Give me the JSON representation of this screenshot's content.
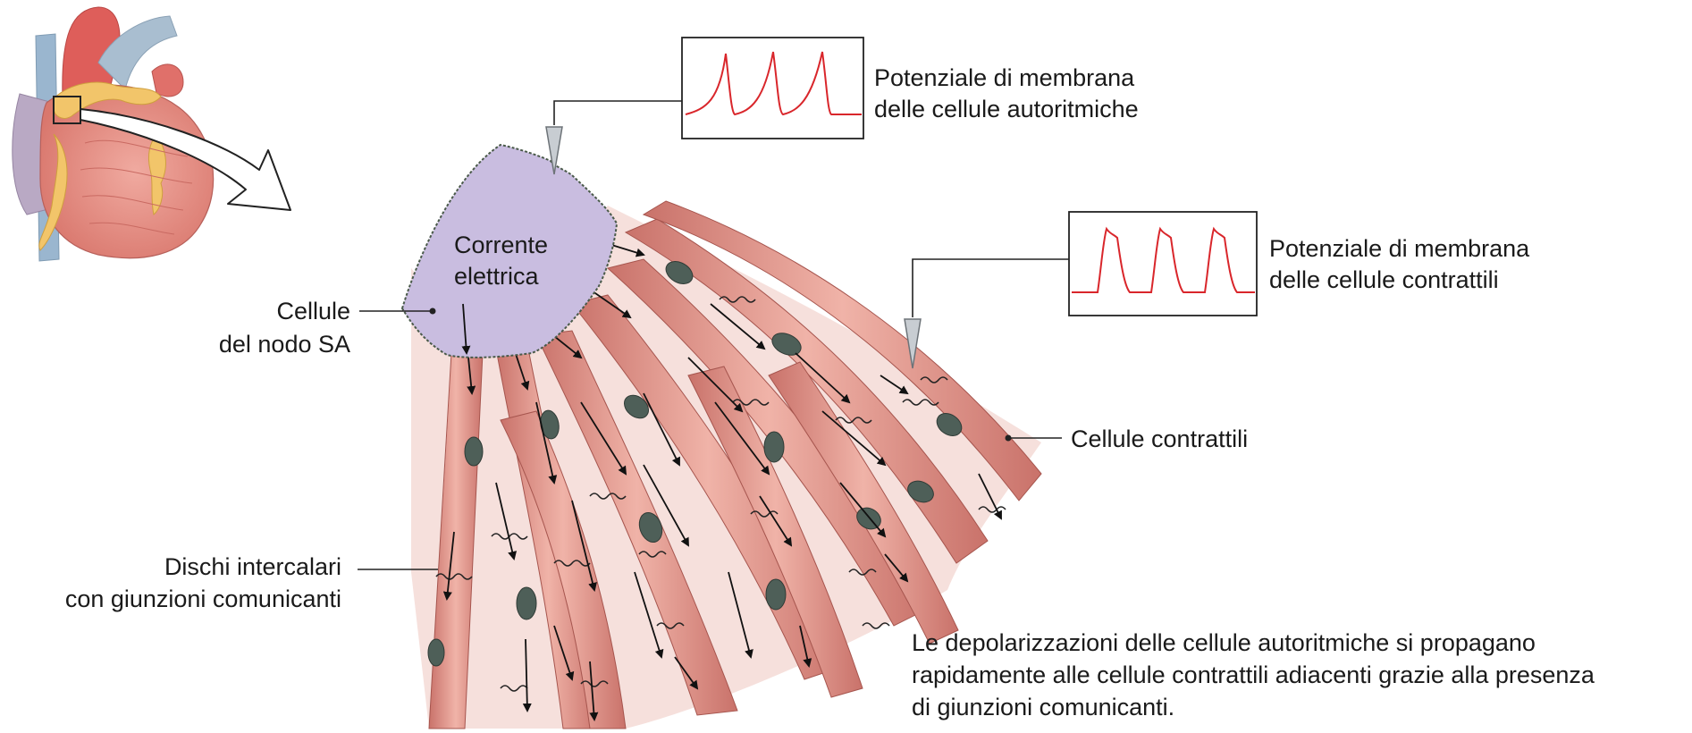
{
  "labels": {
    "sa_current_line1": "Corrente",
    "sa_current_line2": "elettrica",
    "sa_cells_line1": "Cellule",
    "sa_cells_line2": "del nodo SA",
    "discs_line1": "Dischi intercalari",
    "discs_line2": "con giunzioni comunicanti",
    "contractile_cells": "Cellule contrattili",
    "autorhythmic_potential_line1": "Potenziale di membrana",
    "autorhythmic_potential_line2": "delle cellule autoritmiche",
    "contractile_potential_line1": "Potenziale di membrana",
    "contractile_potential_line2": "delle cellule contrattili"
  },
  "caption": {
    "line1": "Le depolarizzazioni delle cellule autoritmiche si propagano",
    "line2": "rapidamente alle cellule contrattili adiacenti grazie alla presenza",
    "line3": "di giunzioni comunicanti."
  },
  "colors": {
    "trace_red": "#d9262b",
    "sa_node_fill": "#c9bde0",
    "fiber_fill": "#d98a80",
    "fiber_highlight": "#f0b8ad",
    "nucleus": "#4e5f58",
    "heart_body": "#e48d83",
    "fat": "#f2c56a",
    "vessel_blue": "#9ab6cf",
    "aorta_red": "#de5e5a",
    "probe_gray": "#c8cdd2"
  }
}
